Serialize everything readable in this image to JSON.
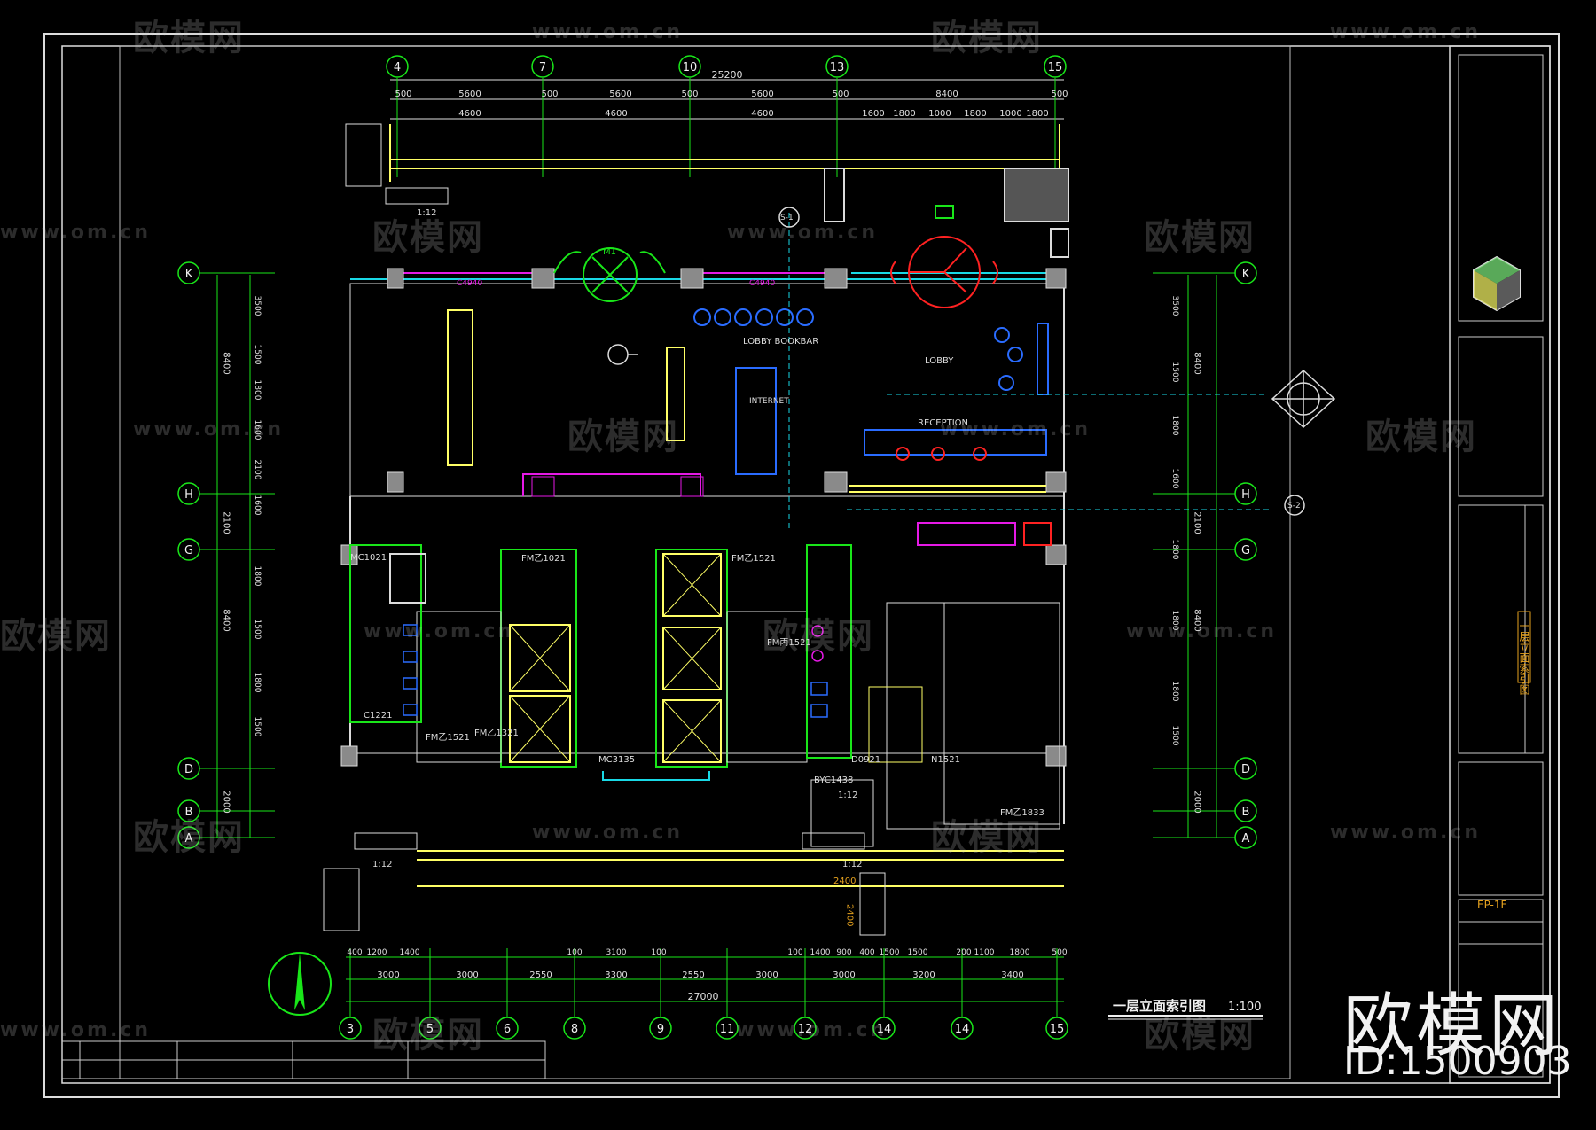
{
  "grid": {
    "top_labels": [
      "4",
      "7",
      "10",
      "13",
      "15"
    ],
    "bottom_labels": [
      "3",
      "5",
      "6",
      "8",
      "9",
      "11",
      "12",
      "14",
      "14",
      "15"
    ],
    "left_labels": [
      "K",
      "H",
      "G",
      "D",
      "B",
      "A"
    ],
    "right_labels": [
      "K",
      "H",
      "G",
      "D",
      "B",
      "A"
    ]
  },
  "dims": {
    "top_total": "25200",
    "top_row1": [
      "500",
      "5600",
      "500",
      "5600",
      "500",
      "5600",
      "500",
      "8400",
      "500"
    ],
    "top_row2": [
      "4600",
      "4600",
      "4600",
      "1600",
      "1800",
      "1000",
      "1800",
      "1000",
      "1800"
    ],
    "bottom_row1": [
      "400",
      "1200",
      "1400",
      "100",
      "3100",
      "100",
      "100",
      "1400",
      "900",
      "400",
      "1500",
      "1500",
      "200",
      "1100",
      "1800",
      "500"
    ],
    "bottom_row2": [
      "3000",
      "3000",
      "2550",
      "3300",
      "2550",
      "3000",
      "3000",
      "3200",
      "3400"
    ],
    "bottom_total": "27000",
    "left_outer": [
      "8400",
      "2100",
      "8400",
      "2000"
    ],
    "left_inner": [
      "3500",
      "1500",
      "1800",
      "1600",
      "2100",
      "1600",
      "1800",
      "1500",
      "1800",
      "1500"
    ],
    "right_outer": [
      "8400",
      "2100",
      "8400",
      "2000"
    ],
    "right_inner": [
      "3500",
      "1500",
      "1800",
      "1600",
      "1800",
      "1800",
      "1800",
      "1500"
    ]
  },
  "labels": {
    "lobby_bookbar": "LOBBY BOOKBAR",
    "internet": "INTERNET",
    "lobby": "LOBBY",
    "reception": "RECEPTION",
    "m1": "M1",
    "s1": "S-1",
    "s2": "S-2",
    "ramp": "1:12",
    "doors": [
      "MC1021",
      "FM乙1021",
      "FM乙1521",
      "FM丙1521",
      "C1221",
      "FM乙1521",
      "FM乙1321",
      "MC3135",
      "D0921",
      "BYC1438",
      "N1521",
      "FM乙1833",
      "C4940",
      "C4940"
    ],
    "ramp_dims": [
      "2400",
      "2400"
    ],
    "lower_fm": "FM乙1521",
    "title": "一层立面索引图",
    "scale": "1:100"
  },
  "title_block": {
    "drawing_no": "EP-1F",
    "sheet_name": "一层立面索引图"
  },
  "watermark": {
    "logo": "欧模网",
    "url": "www.om.cn",
    "id": "ID:1500903"
  },
  "colors": {
    "background": "#000000",
    "frame": "#ffffff",
    "grid": "#19e619",
    "dim": "#e0e0e0",
    "wall": "#ffff66",
    "cyan": "#19d9e6",
    "magenta": "#e619e6",
    "red": "#ff2222",
    "blue": "#2a6cff",
    "gray": "#9a9a9a"
  }
}
